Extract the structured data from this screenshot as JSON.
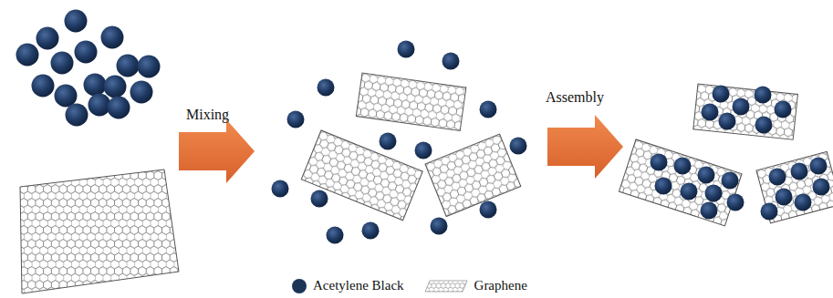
{
  "diagram": {
    "labels": [
      "Mixing",
      "Assembly"
    ],
    "legend": [
      {
        "text": "Acetylene Black",
        "color": "#1c3557"
      },
      {
        "text": "Graphene"
      }
    ]
  }
}
